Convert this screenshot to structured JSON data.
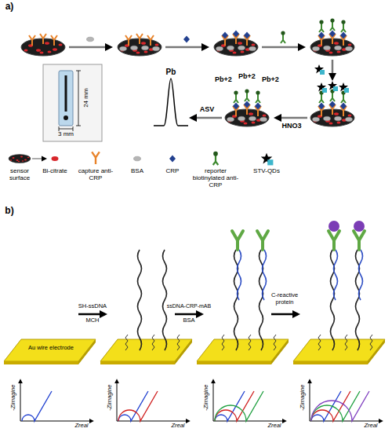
{
  "diagram": {
    "nodes": [
      {
        "text": [
          "Au wire electrode"
        ]
      }
    ],
    "labels": [
      "a)",
      "24 mm",
      "3 mm",
      "Pb+2",
      "Pb+2",
      "Pb+2",
      "Pb",
      "ASV",
      "HNO3",
      "b)",
      "SH-ssDNA",
      "MCH",
      "ssDNA-CRP-mAB",
      "BSA",
      "C-reactive protein",
      "-Zimagine",
      "Zreal",
      "-Zimagine",
      "Zreal",
      "-Zimagine",
      "Zreal",
      "-Zimagine",
      "Zreal"
    ],
    "legend": [
      {
        "text": "sensor surface"
      },
      {
        "text": "Bi-citrate"
      },
      {
        "text": "capture anti-CRP"
      },
      {
        "text": "BSA"
      },
      {
        "text": "CRP"
      },
      {
        "text": "reporter biotinylated anti-CRP"
      },
      {
        "text": "STV-QDs"
      }
    ]
  }
}
